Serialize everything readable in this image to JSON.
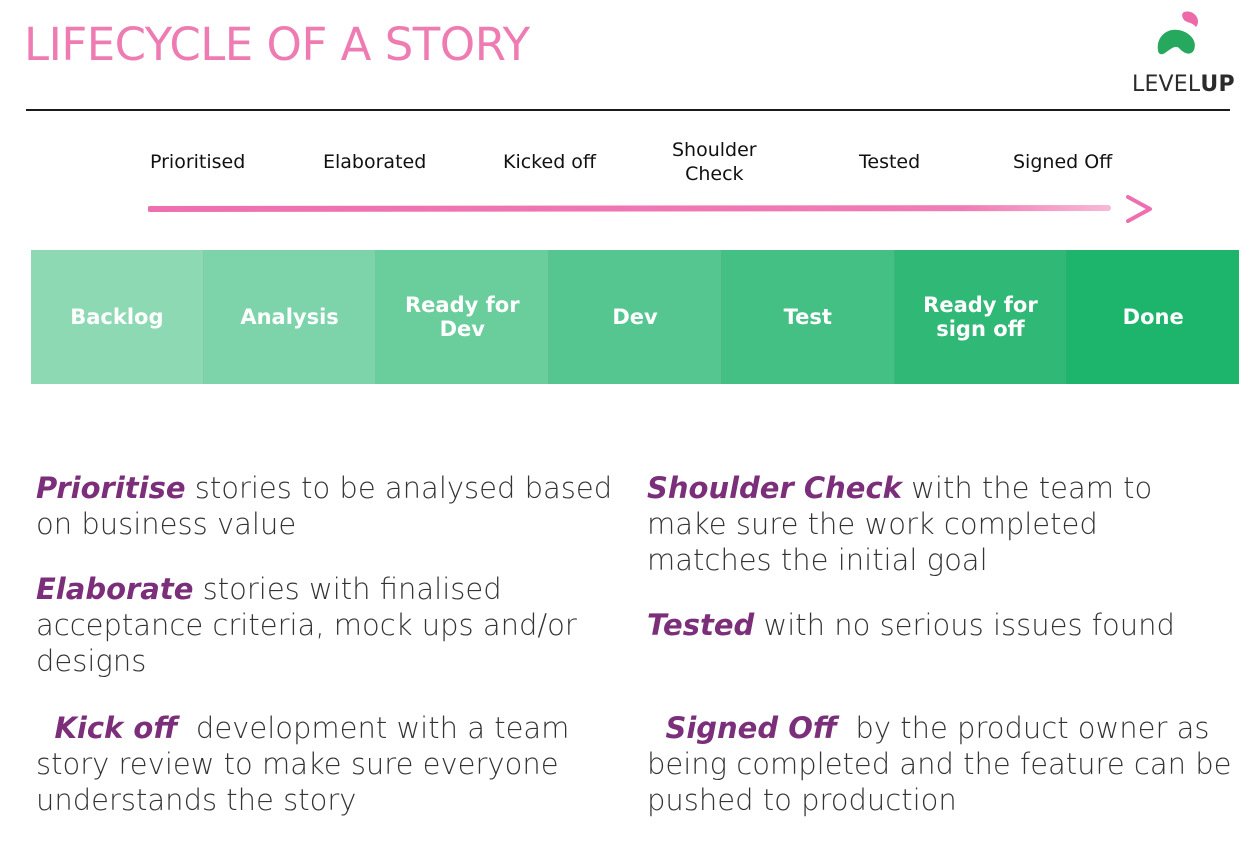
{
  "header": {
    "title": "LIFECYCLE OF A STORY"
  },
  "logo": {
    "text_light": "LEVEL",
    "text_bold": "UP"
  },
  "milestones": [
    {
      "label": "Prioritised"
    },
    {
      "label": "Elaborated"
    },
    {
      "label": "Kicked off"
    },
    {
      "label": "Shoulder\nCheck"
    },
    {
      "label": "Tested"
    },
    {
      "label": "Signed Off"
    }
  ],
  "columns": [
    {
      "label": "Backlog",
      "color": "#8dd9b4"
    },
    {
      "label": "Analysis",
      "color": "#7dd4aa"
    },
    {
      "label": "Ready for\nDev",
      "color": "#69cd9c"
    },
    {
      "label": "Dev",
      "color": "#55c68f"
    },
    {
      "label": "Test",
      "color": "#45c085"
    },
    {
      "label": "Ready for\nsign off",
      "color": "#30b876"
    },
    {
      "label": "Done",
      "color": "#1db56b"
    }
  ],
  "descriptions": [
    {
      "keyword": "Prioritise",
      "text": " stories to be analysed based on business value"
    },
    {
      "keyword": "Elaborate",
      "text": " stories with finalised acceptance criteria, mock ups and/or designs"
    },
    {
      "keyword": "Kick off",
      "text": "  development with a team story review to make sure everyone understands the story"
    },
    {
      "keyword": "Shoulder Check",
      "text": " with the team to make sure the work completed matches the initial goal"
    },
    {
      "keyword": "Tested",
      "text": " with no serious issues found"
    },
    {
      "keyword": "Signed Off",
      "text": "  by the product owner as being completed and the feature can be pushed to production"
    }
  ],
  "colors": {
    "title": "#ee7cb3",
    "arrow": "#ee6fb0",
    "keyword": "#7b2e79",
    "logo_green": "#27a85f",
    "logo_pink": "#ec6aa8"
  }
}
